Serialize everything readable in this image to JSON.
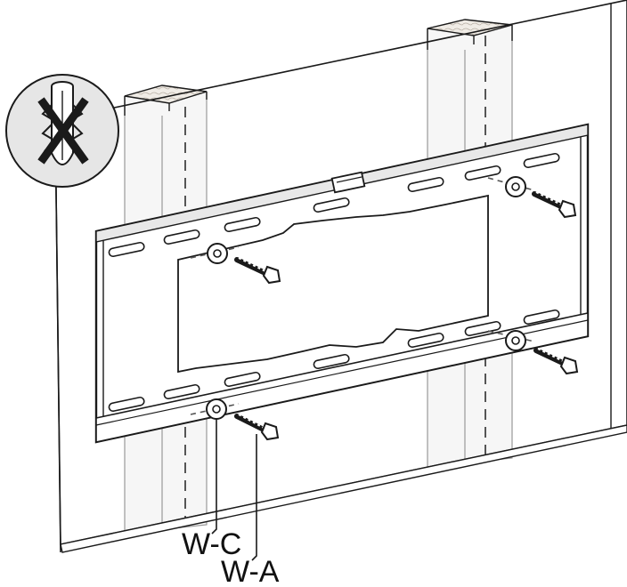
{
  "diagram": {
    "type": "wall-mount installation illustration",
    "callouts": {
      "washer_label": "W-C",
      "screw_label": "W-A"
    },
    "warning_badge": {
      "icon": "wall-anchor-prohibited-icon"
    },
    "colors": {
      "line": "#1a1a1a",
      "wall_face": "#ffffff",
      "stud_fill": "#f4f4f4",
      "badge_fill": "#e6e6e6",
      "bracket_fill": "#ffffff"
    }
  }
}
